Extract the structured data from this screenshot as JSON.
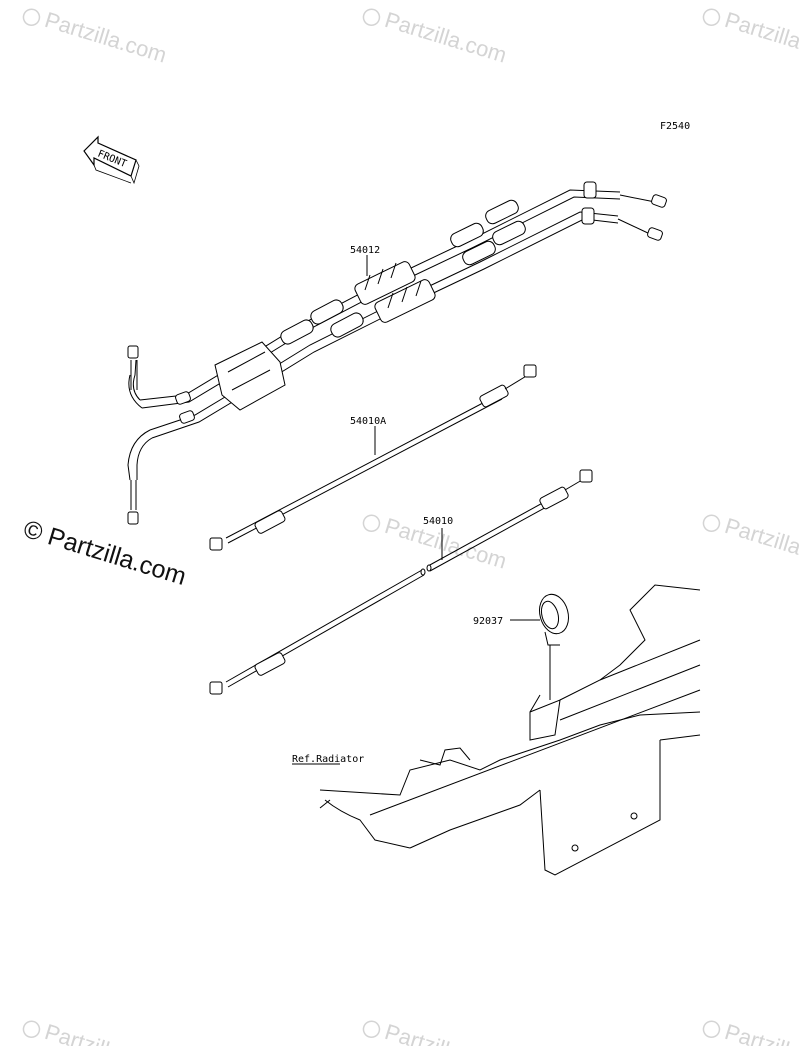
{
  "diagram": {
    "figure_code": "F2540",
    "front_label": "FRONT",
    "parts": {
      "throttle_cable": "54012",
      "choke_cable_a": "54010A",
      "choke_cable": "54010",
      "clamp": "92037",
      "reference": "Ref.Radiator"
    }
  },
  "watermark": {
    "main_text": "© Partzilla.com",
    "tile_text": "Partzilla.com"
  }
}
